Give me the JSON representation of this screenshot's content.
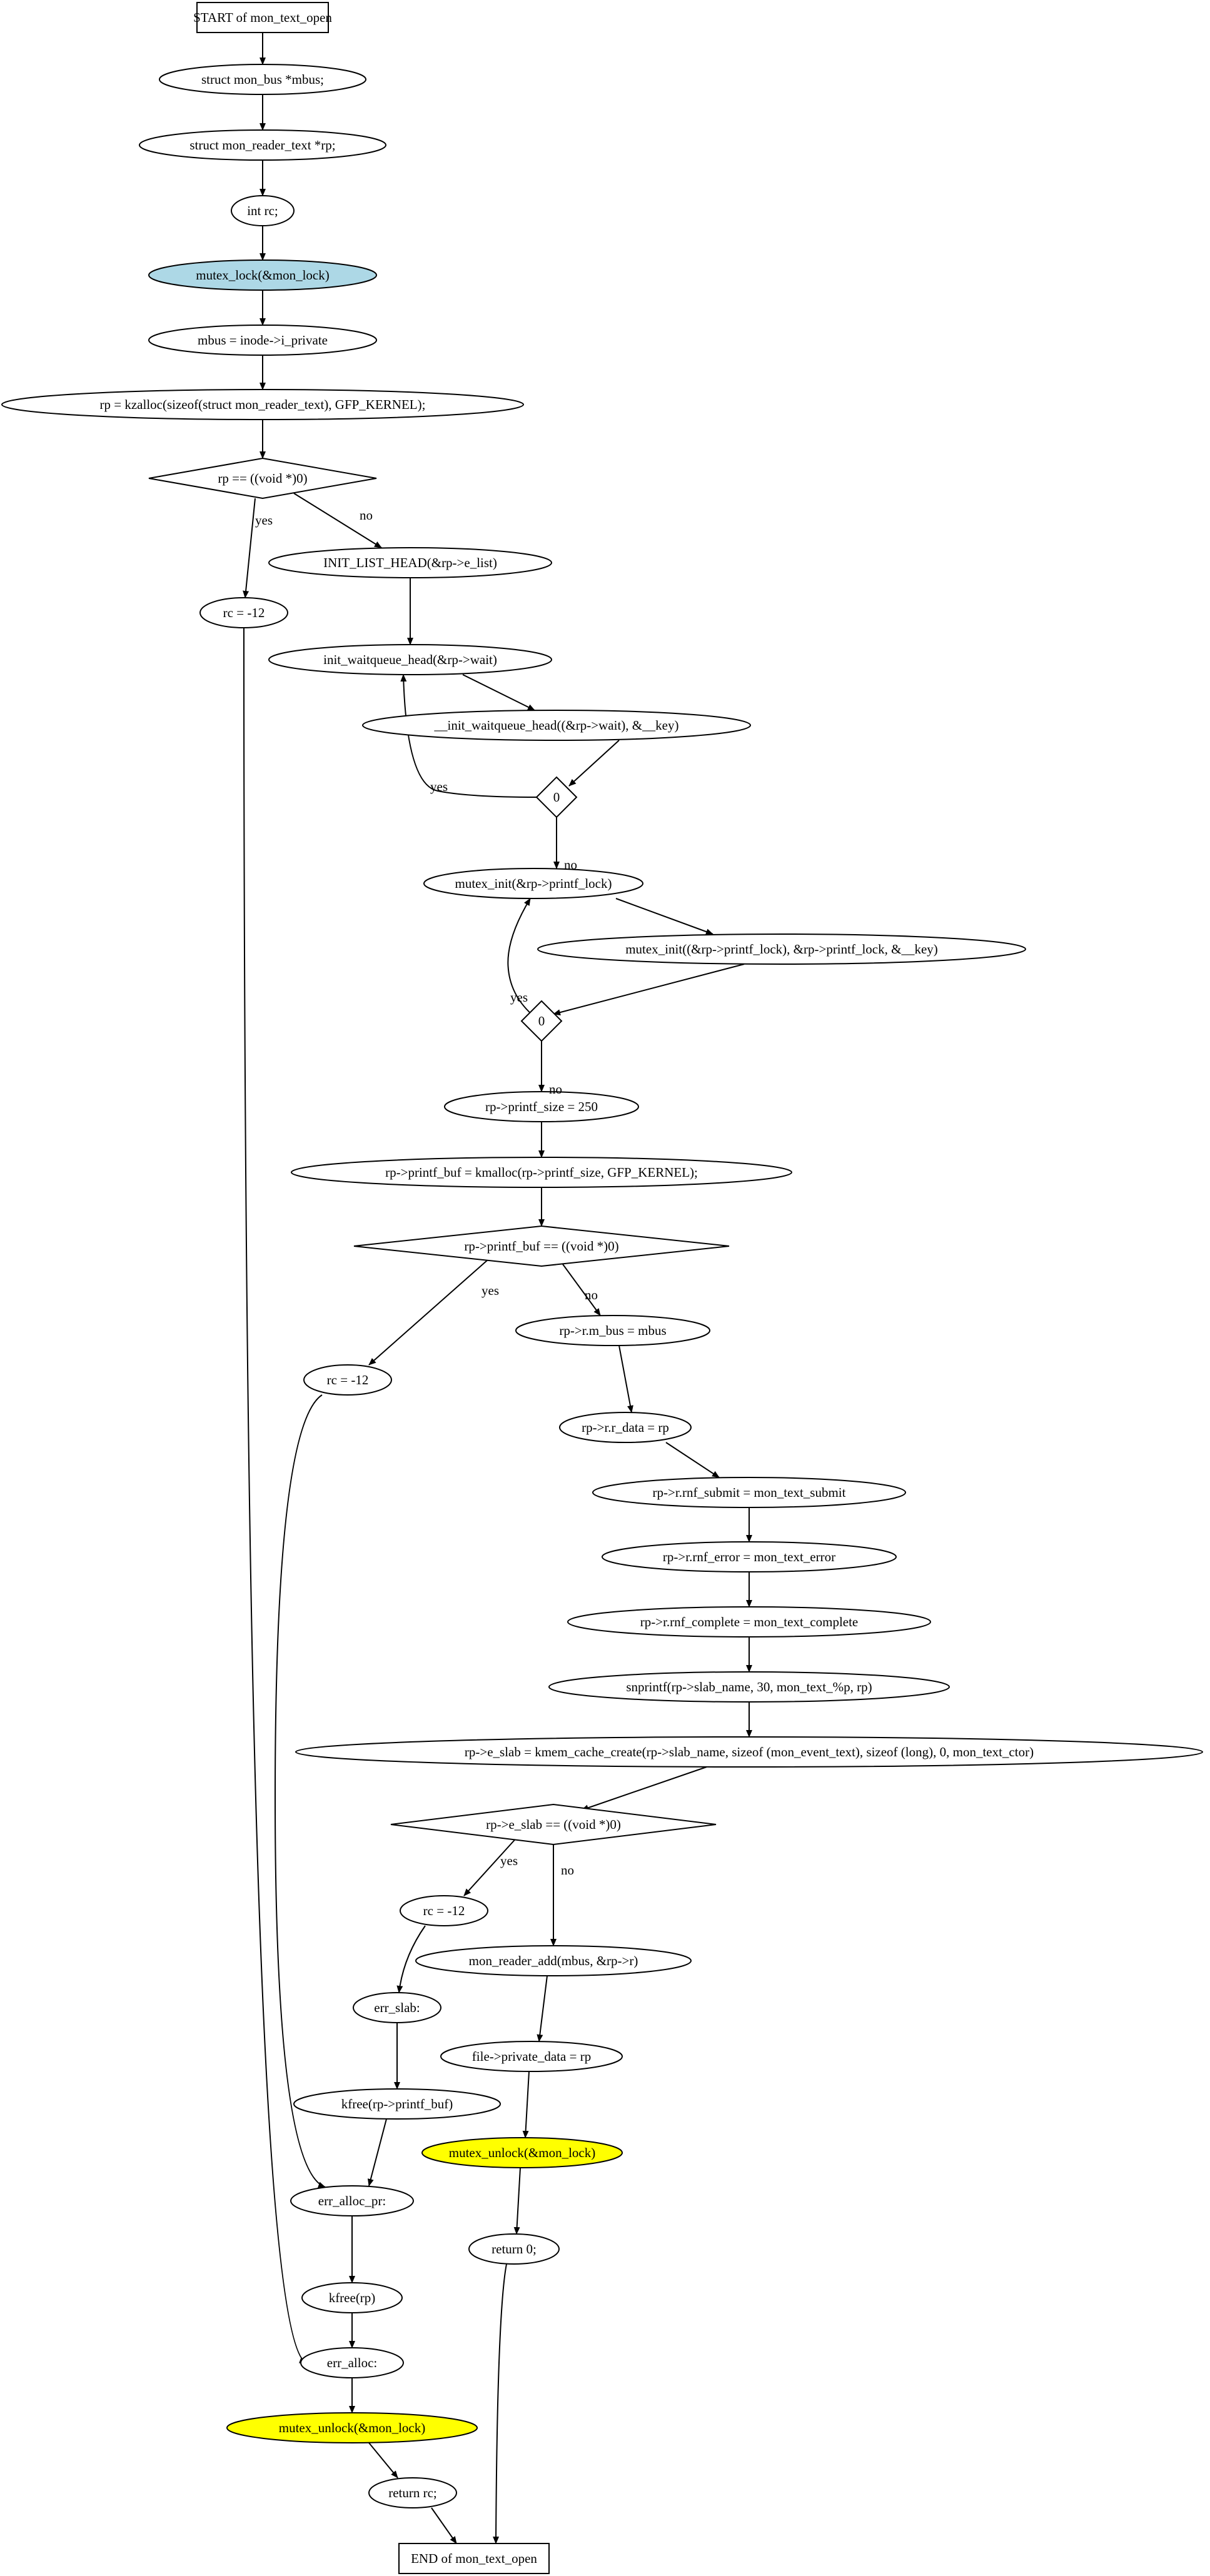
{
  "colors": {
    "lock": "#add8e6",
    "unlock": "#ffff00",
    "default": "#ffffff"
  },
  "nodes": [
    {
      "id": "start",
      "shape": "box",
      "text": "START of mon_text_open"
    },
    {
      "id": "n1",
      "shape": "ellipse",
      "text": "struct mon_bus *mbus;"
    },
    {
      "id": "n2",
      "shape": "ellipse",
      "text": "struct mon_reader_text *rp;"
    },
    {
      "id": "n3",
      "shape": "ellipse",
      "text": "int rc;"
    },
    {
      "id": "n4",
      "shape": "ellipse",
      "fill": "lock",
      "text": "mutex_lock(&mon_lock)"
    },
    {
      "id": "n5",
      "shape": "ellipse",
      "text": "mbus = inode->i_private"
    },
    {
      "id": "n6",
      "shape": "ellipse",
      "text": "rp = kzalloc(sizeof(struct mon_reader_text), GFP_KERNEL);"
    },
    {
      "id": "d1",
      "shape": "diamond",
      "text": "rp == ((void *)0)"
    },
    {
      "id": "n7",
      "shape": "ellipse",
      "text": "INIT_LIST_HEAD(&rp->e_list)"
    },
    {
      "id": "n8",
      "shape": "ellipse",
      "text": "rc = -12"
    },
    {
      "id": "n9",
      "shape": "ellipse",
      "text": "init_waitqueue_head(&rp->wait)"
    },
    {
      "id": "n10",
      "shape": "ellipse",
      "text": "__init_waitqueue_head((&rp->wait), &__key)"
    },
    {
      "id": "d2",
      "shape": "diamond",
      "text": "0"
    },
    {
      "id": "n11",
      "shape": "ellipse",
      "text": "mutex_init(&rp->printf_lock)"
    },
    {
      "id": "n12",
      "shape": "ellipse",
      "text": "mutex_init((&rp->printf_lock), &rp->printf_lock, &__key)"
    },
    {
      "id": "d3",
      "shape": "diamond",
      "text": "0"
    },
    {
      "id": "n13",
      "shape": "ellipse",
      "text": "rp->printf_size = 250"
    },
    {
      "id": "n14",
      "shape": "ellipse",
      "text": "rp->printf_buf = kmalloc(rp->printf_size, GFP_KERNEL);"
    },
    {
      "id": "d4",
      "shape": "diamond",
      "text": "rp->printf_buf == ((void *)0)"
    },
    {
      "id": "n15",
      "shape": "ellipse",
      "text": "rp->r.m_bus = mbus"
    },
    {
      "id": "n16",
      "shape": "ellipse",
      "text": "rc = -12"
    },
    {
      "id": "n17",
      "shape": "ellipse",
      "text": "rp->r.r_data = rp"
    },
    {
      "id": "n18",
      "shape": "ellipse",
      "text": "rp->r.rnf_submit = mon_text_submit"
    },
    {
      "id": "n19",
      "shape": "ellipse",
      "text": "rp->r.rnf_error = mon_text_error"
    },
    {
      "id": "n20",
      "shape": "ellipse",
      "text": "rp->r.rnf_complete = mon_text_complete"
    },
    {
      "id": "n21",
      "shape": "ellipse",
      "text": "snprintf(rp->slab_name, 30, mon_text_%p, rp)"
    },
    {
      "id": "n22",
      "shape": "ellipse",
      "text": "rp->e_slab = kmem_cache_create(rp->slab_name, sizeof (mon_event_text), sizeof (long), 0, mon_text_ctor)"
    },
    {
      "id": "d5",
      "shape": "diamond",
      "text": "rp->e_slab == ((void *)0)"
    },
    {
      "id": "n23",
      "shape": "ellipse",
      "text": "rc = -12"
    },
    {
      "id": "n24",
      "shape": "ellipse",
      "text": "mon_reader_add(mbus, &rp->r)"
    },
    {
      "id": "n25",
      "shape": "ellipse",
      "text": "err_slab:"
    },
    {
      "id": "n26",
      "shape": "ellipse",
      "text": "file->private_data = rp"
    },
    {
      "id": "n27",
      "shape": "ellipse",
      "text": "kfree(rp->printf_buf)"
    },
    {
      "id": "n28",
      "shape": "ellipse",
      "fill": "unlock",
      "text": "mutex_unlock(&mon_lock)"
    },
    {
      "id": "n29",
      "shape": "ellipse",
      "text": "err_alloc_pr:"
    },
    {
      "id": "n30",
      "shape": "ellipse",
      "text": "return 0;"
    },
    {
      "id": "n31",
      "shape": "ellipse",
      "text": "kfree(rp)"
    },
    {
      "id": "n32",
      "shape": "ellipse",
      "text": "err_alloc:"
    },
    {
      "id": "n33",
      "shape": "ellipse",
      "fill": "unlock",
      "text": "mutex_unlock(&mon_lock)"
    },
    {
      "id": "n34",
      "shape": "ellipse",
      "text": "return rc;"
    },
    {
      "id": "end",
      "shape": "box",
      "text": "END of mon_text_open"
    }
  ],
  "edges": [
    {
      "from": "start",
      "to": "n1",
      "label": ""
    },
    {
      "from": "n1",
      "to": "n2",
      "label": ""
    },
    {
      "from": "n2",
      "to": "n3",
      "label": ""
    },
    {
      "from": "n3",
      "to": "n4",
      "label": ""
    },
    {
      "from": "n4",
      "to": "n5",
      "label": ""
    },
    {
      "from": "n5",
      "to": "n6",
      "label": ""
    },
    {
      "from": "n6",
      "to": "d1",
      "label": ""
    },
    {
      "from": "d1",
      "to": "n8",
      "label": "yes"
    },
    {
      "from": "d1",
      "to": "n7",
      "label": "no"
    },
    {
      "from": "n7",
      "to": "n9",
      "label": ""
    },
    {
      "from": "n9",
      "to": "n10",
      "label": ""
    },
    {
      "from": "n10",
      "to": "d2",
      "label": ""
    },
    {
      "from": "d2",
      "to": "n9",
      "label": "yes"
    },
    {
      "from": "d2",
      "to": "n11",
      "label": "no"
    },
    {
      "from": "n11",
      "to": "n12",
      "label": ""
    },
    {
      "from": "n12",
      "to": "d3",
      "label": ""
    },
    {
      "from": "d3",
      "to": "n11",
      "label": "yes"
    },
    {
      "from": "d3",
      "to": "n13",
      "label": "no"
    },
    {
      "from": "n13",
      "to": "n14",
      "label": ""
    },
    {
      "from": "n14",
      "to": "d4",
      "label": ""
    },
    {
      "from": "d4",
      "to": "n16",
      "label": "yes"
    },
    {
      "from": "d4",
      "to": "n15",
      "label": "no"
    },
    {
      "from": "n15",
      "to": "n17",
      "label": ""
    },
    {
      "from": "n17",
      "to": "n18",
      "label": ""
    },
    {
      "from": "n18",
      "to": "n19",
      "label": ""
    },
    {
      "from": "n19",
      "to": "n20",
      "label": ""
    },
    {
      "from": "n20",
      "to": "n21",
      "label": ""
    },
    {
      "from": "n21",
      "to": "n22",
      "label": ""
    },
    {
      "from": "n22",
      "to": "d5",
      "label": ""
    },
    {
      "from": "d5",
      "to": "n23",
      "label": "yes"
    },
    {
      "from": "d5",
      "to": "n24",
      "label": "no"
    },
    {
      "from": "n23",
      "to": "n25",
      "label": ""
    },
    {
      "from": "n25",
      "to": "n27",
      "label": ""
    },
    {
      "from": "n27",
      "to": "n29",
      "label": ""
    },
    {
      "from": "n16",
      "to": "n29",
      "label": ""
    },
    {
      "from": "n24",
      "to": "n26",
      "label": ""
    },
    {
      "from": "n26",
      "to": "n28",
      "label": ""
    },
    {
      "from": "n28",
      "to": "n30",
      "label": ""
    },
    {
      "from": "n30",
      "to": "end",
      "label": ""
    },
    {
      "from": "n29",
      "to": "n31",
      "label": ""
    },
    {
      "from": "n31",
      "to": "n32",
      "label": ""
    },
    {
      "from": "n8",
      "to": "n32",
      "label": ""
    },
    {
      "from": "n32",
      "to": "n33",
      "label": ""
    },
    {
      "from": "n33",
      "to": "n34",
      "label": ""
    },
    {
      "from": "n34",
      "to": "end",
      "label": ""
    }
  ]
}
